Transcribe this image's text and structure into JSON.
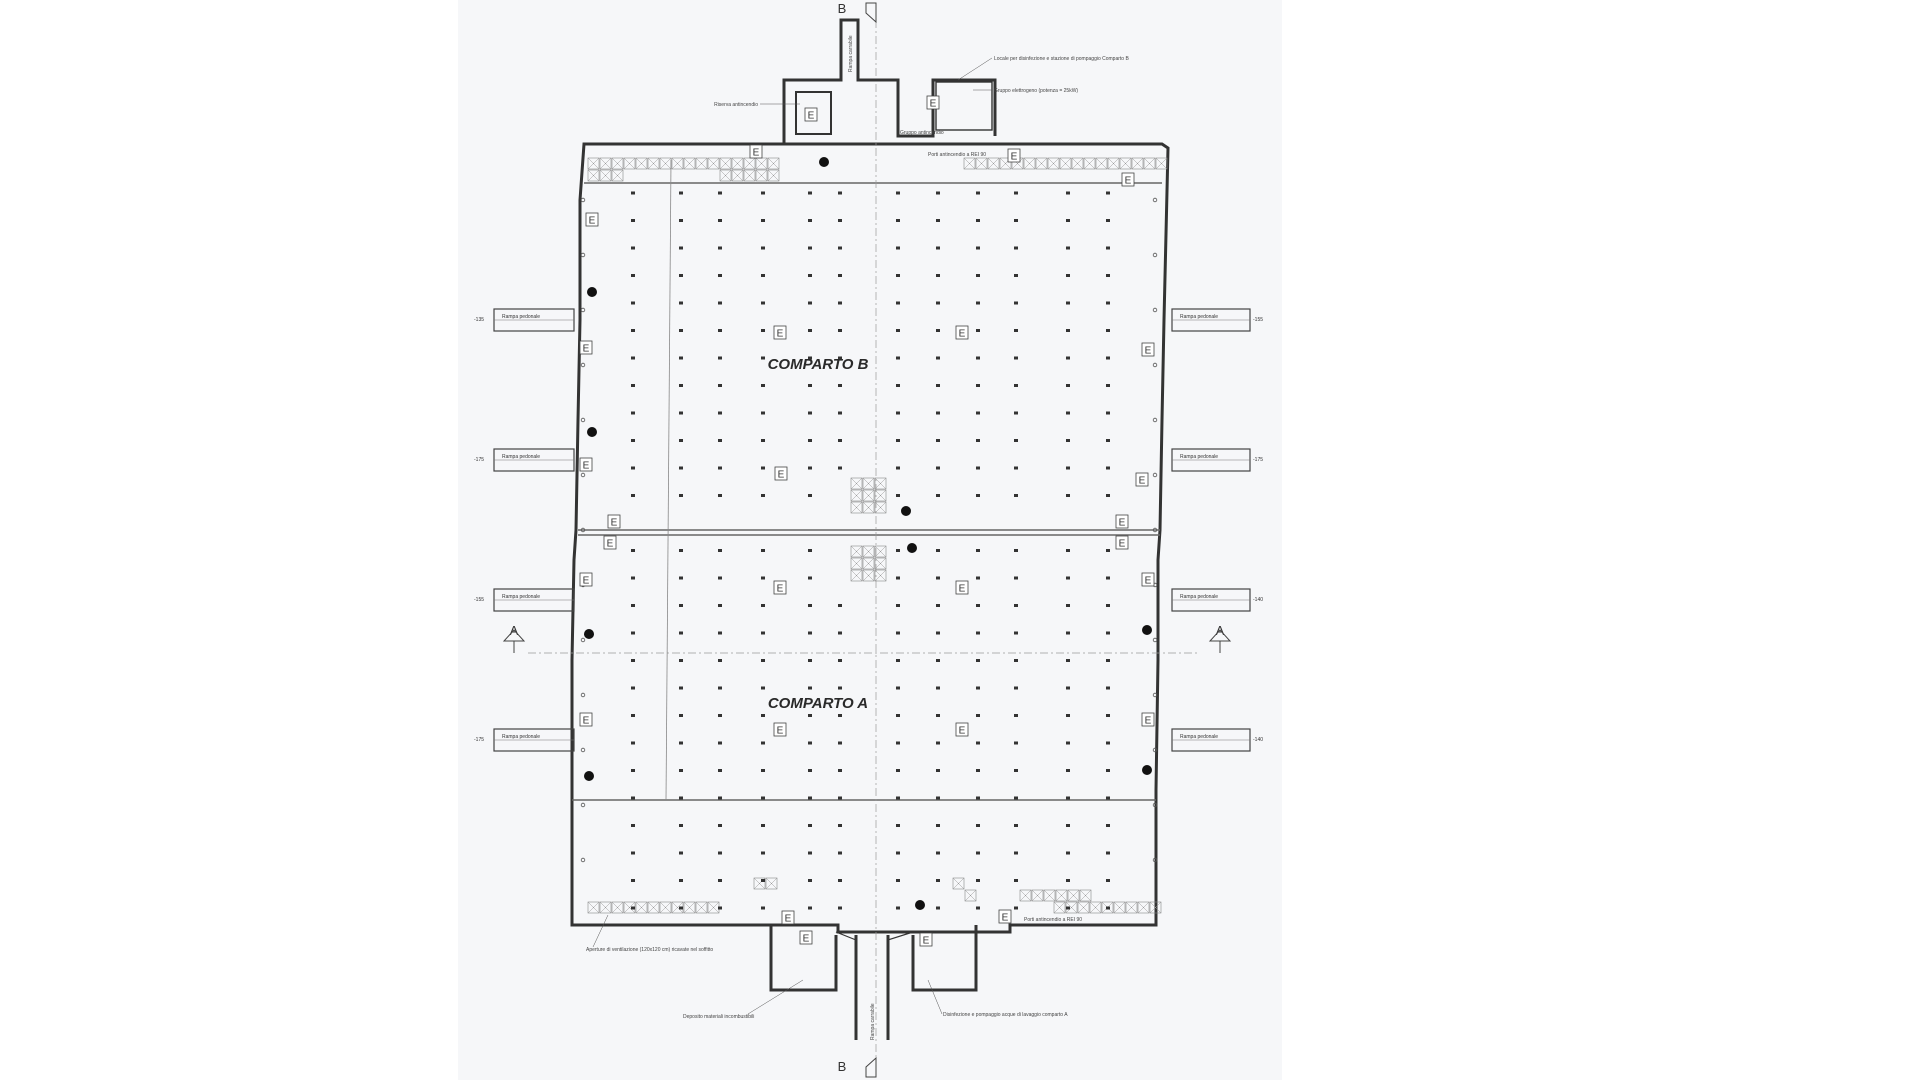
{
  "compartments": {
    "b_label": "COMPARTO B",
    "a_label": "COMPARTO A"
  },
  "sections": {
    "top_marker": "B",
    "bottom_marker": "B",
    "left_marker": "A",
    "right_marker": "A"
  },
  "exit_sign": "E",
  "ramps": {
    "label": "Rampa pedonale",
    "left_levels": [
      "-135",
      "-175",
      "-155",
      "-175"
    ],
    "right_levels": [
      "-155",
      "-175",
      "-140",
      "-140"
    ]
  },
  "top_annex": {
    "vehicle_ramp": "Rampa carrabile",
    "pump_tank": "Riserva antincendio",
    "pump_group": "Gruppo antincendio",
    "room_note": "Locale per disinfezione e stazione di pompaggio Comparto B",
    "generator": "Gruppo elettrogeno (potenza = 25kW)",
    "door_note": "Porti antincendio a REI 90"
  },
  "bottom_annex": {
    "vehicle_ramp": "Rampa carrabile",
    "storage": "Deposito materiali incombustibili",
    "disinfection": "Disinfezione e pompaggio acque di lavaggio comparto A",
    "vent_note": "Aperture di ventilazione (120x120 cm) ricavate nel soffitto",
    "door_note": "Porti antincendio a REI 90"
  }
}
